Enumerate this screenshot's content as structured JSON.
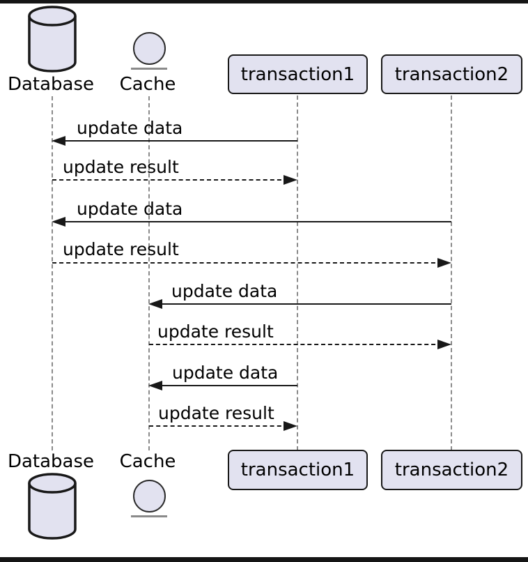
{
  "diagram": {
    "type": "sequence-diagram",
    "participants": [
      {
        "name": "Database",
        "kind": "database",
        "icon": "database-cylinder-icon"
      },
      {
        "name": "Cache",
        "kind": "entity",
        "icon": "entity-circle-icon"
      },
      {
        "name": "transaction1",
        "kind": "participant",
        "icon": "participant-box"
      },
      {
        "name": "transaction2",
        "kind": "participant",
        "icon": "participant-box"
      }
    ],
    "messages": [
      {
        "label": "update data",
        "from": "transaction1",
        "to": "Database",
        "line": "solid",
        "direction": "left"
      },
      {
        "label": "update result",
        "from": "Database",
        "to": "transaction1",
        "line": "dotted",
        "direction": "right"
      },
      {
        "label": "update data",
        "from": "transaction2",
        "to": "Database",
        "line": "solid",
        "direction": "left"
      },
      {
        "label": "update result",
        "from": "Database",
        "to": "transaction2",
        "line": "dotted",
        "direction": "right"
      },
      {
        "label": "update data",
        "from": "transaction2",
        "to": "Cache",
        "line": "solid",
        "direction": "left"
      },
      {
        "label": "update result",
        "from": "Cache",
        "to": "transaction2",
        "line": "dotted",
        "direction": "right"
      },
      {
        "label": "update data",
        "from": "transaction1",
        "to": "Cache",
        "line": "solid",
        "direction": "left"
      },
      {
        "label": "update result",
        "from": "Cache",
        "to": "transaction1",
        "line": "dotted",
        "direction": "right"
      }
    ],
    "colors": {
      "participant_fill": "#E2E2F0",
      "participant_border": "#181818",
      "arrow": "#181818",
      "lifeline": "#8a8a8a",
      "frame": "#151515",
      "background": "#ffffff",
      "text": "#000000"
    }
  }
}
